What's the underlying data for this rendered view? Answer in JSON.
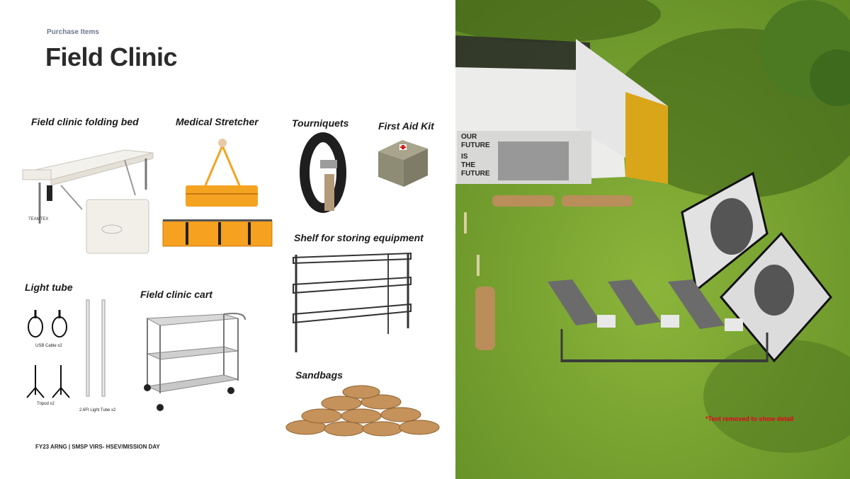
{
  "header": {
    "eyebrow": "Purchase Items",
    "title": "Field Clinic"
  },
  "items": [
    {
      "label": "Field clinic folding bed"
    },
    {
      "label": "Medical Stretcher"
    },
    {
      "label": "Tourniquets"
    },
    {
      "label": "First Aid Kit"
    },
    {
      "label": "Shelf for storing equipment"
    },
    {
      "label": "Light tube"
    },
    {
      "label": "Field clinic cart"
    },
    {
      "label": "Sandbags"
    }
  ],
  "light_tube_parts": {
    "usb": "USB Cable x2",
    "tripod": "Tripod x2",
    "tube": "2.6Ft Light Tube x2"
  },
  "footer": "FY23 ARNG | SMSP VIRS- HSEV/MISSION DAY",
  "render": {
    "note": "*Tent removed to show detail",
    "banner_text": [
      "OUR",
      "FUTURE",
      "IS",
      "THE",
      "FUTURE"
    ]
  }
}
